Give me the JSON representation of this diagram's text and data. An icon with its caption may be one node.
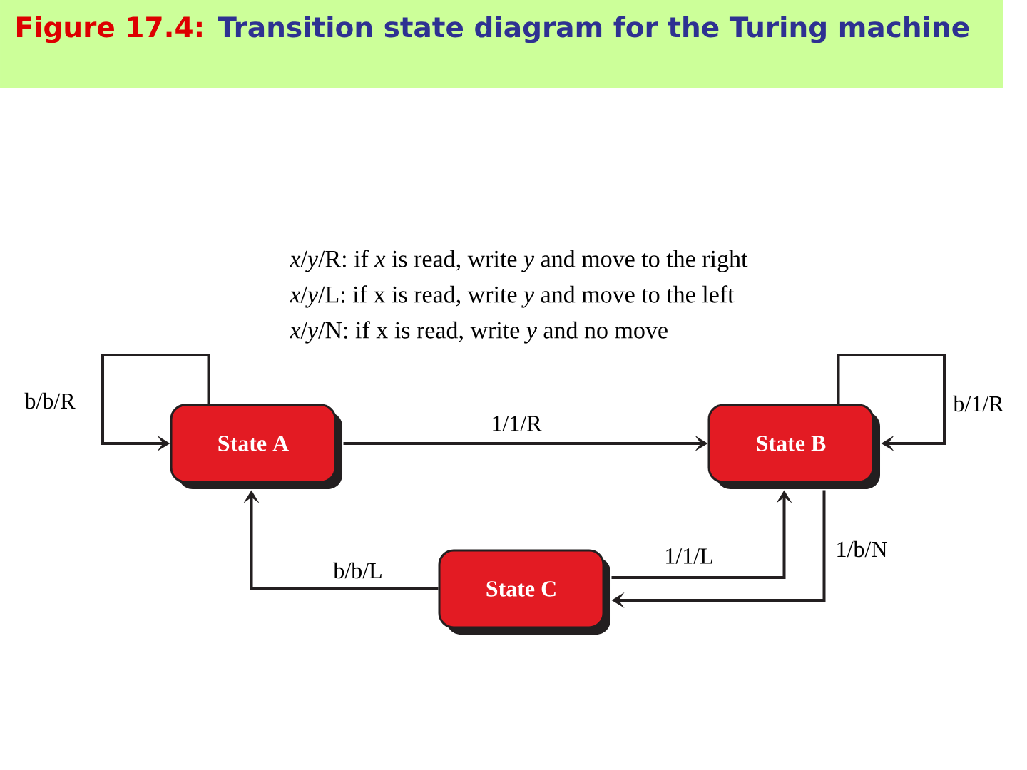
{
  "diagram": {
    "title": "Figure 17.4: Transition state diagram for the Turing machine",
    "nodes": [
      {
        "text": [
          "State A"
        ]
      },
      {
        "text": [
          "State B"
        ]
      },
      {
        "text": [
          "State C"
        ]
      }
    ],
    "edges": [
      {
        "from": 0,
        "to": 0,
        "arrow": "to",
        "label": "b/b/R"
      },
      {
        "from": 0,
        "to": 1,
        "arrow": "to",
        "label": "1/1/R"
      },
      {
        "from": 1,
        "to": 1,
        "arrow": "to",
        "label": "b/1/R"
      },
      {
        "from": 1,
        "to": 2,
        "arrow": "to",
        "label": "1/b/N"
      },
      {
        "from": 2,
        "to": 1,
        "arrow": "to",
        "label": "1/1/L"
      },
      {
        "from": 2,
        "to": 0,
        "arrow": "to",
        "label": "b/b/L"
      }
    ],
    "labels": [
      "*x*/*y*/R: if *x* is read, write *y* and move to the right",
      "*x*/*y*/L: if x is read, write *y* and move to the left",
      "*x*/*y*/N: if x is read, write *y* and no move"
    ]
  }
}
